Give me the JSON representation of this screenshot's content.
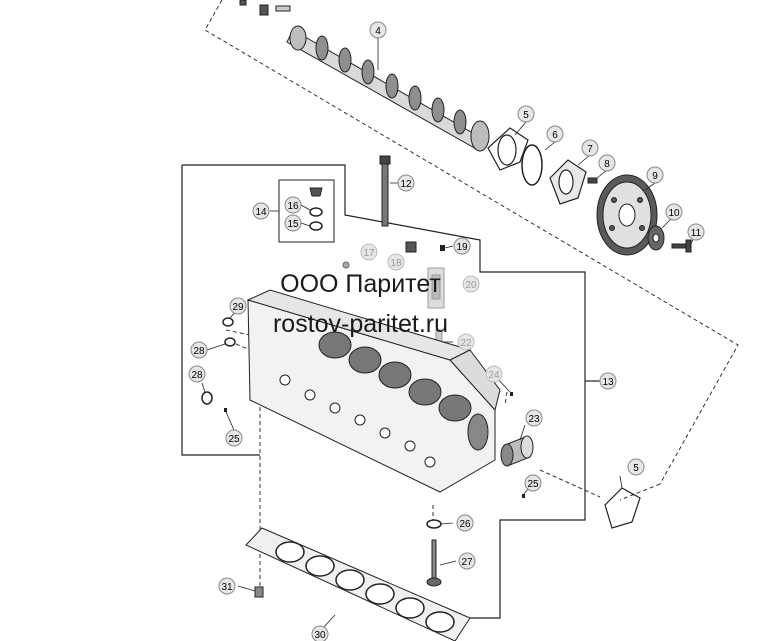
{
  "watermark": {
    "line1": "ООО Паритет",
    "line2": "rostov-paritet.ru"
  },
  "callouts": {
    "c4": "4",
    "c5a": "5",
    "c6": "6",
    "c7": "7",
    "c8": "8",
    "c9": "9",
    "c10": "10",
    "c11": "11",
    "c12": "12",
    "c13": "13",
    "c14": "14",
    "c15": "15",
    "c16": "16",
    "c17": "17",
    "c18": "18",
    "c19": "19",
    "c20": "20",
    "c22": "22",
    "c23": "23",
    "c24": "24",
    "c25a": "25",
    "c25b": "25",
    "c26": "26",
    "c27": "27",
    "c28a": "28",
    "c28b": "28",
    "c29": "29",
    "c30": "30",
    "c31": "31",
    "c5b": "5"
  },
  "colors": {
    "line": "#1a1a1a",
    "bubble": "#e6e6e6",
    "faded": "#9a9a9a"
  }
}
